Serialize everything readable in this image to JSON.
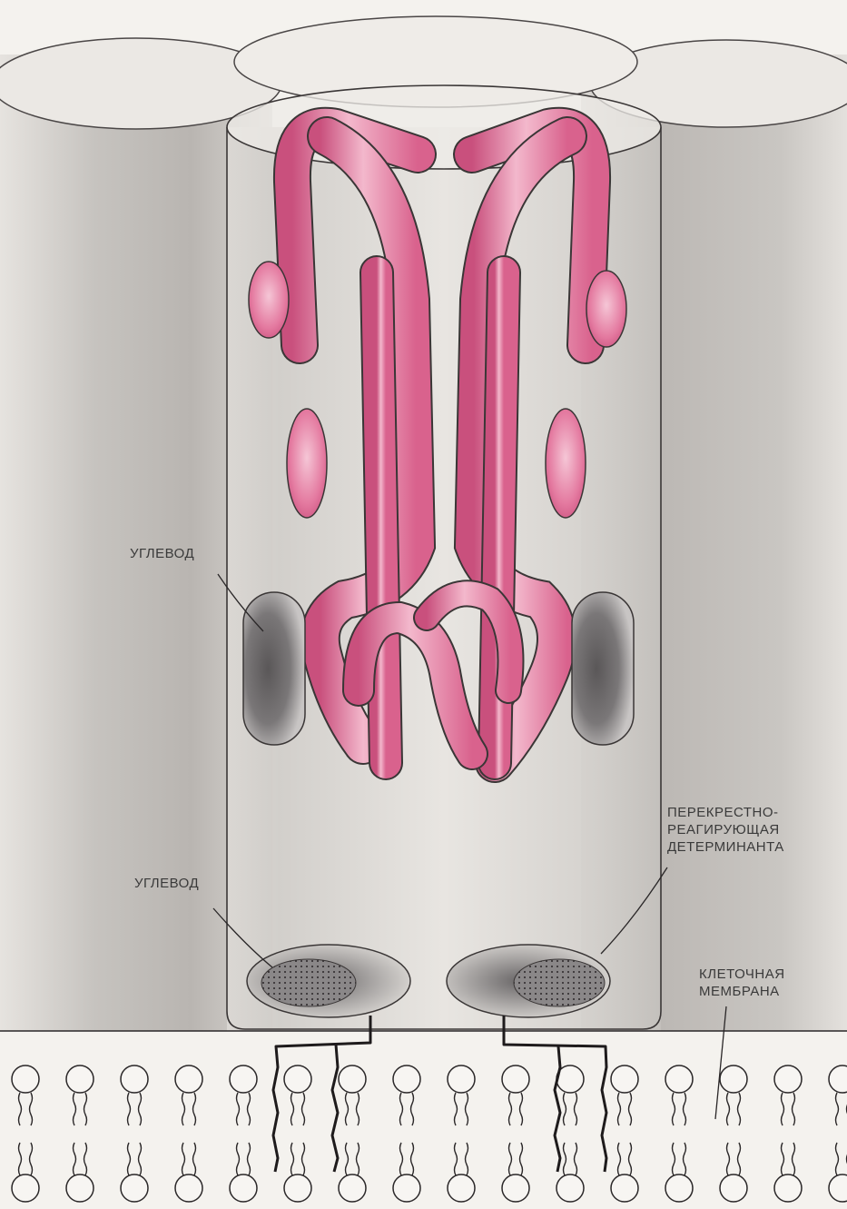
{
  "labels": {
    "carb_upper": "УГЛЕВОД",
    "carb_lower": "УГЛЕВОД",
    "determinant_1": "ПЕРЕКРЕСТНО-",
    "determinant_2": "РЕАГИРУЮЩАЯ",
    "determinant_3": "ДЕТЕРМИНАНТА",
    "membrane_1": "КЛЕТОЧНАЯ",
    "membrane_2": "МЕМБРАНА"
  },
  "colors": {
    "background": "#f4f2ee",
    "protein_fill": "#e8789e",
    "protein_dark": "#c44d7a",
    "protein_light": "#f6c2d4",
    "carbohydrate": "#6e6b6c",
    "outline": "#3a3636",
    "membrane_head": "#f7f5f2",
    "cylinder_shadow": "#b8b4b0"
  }
}
